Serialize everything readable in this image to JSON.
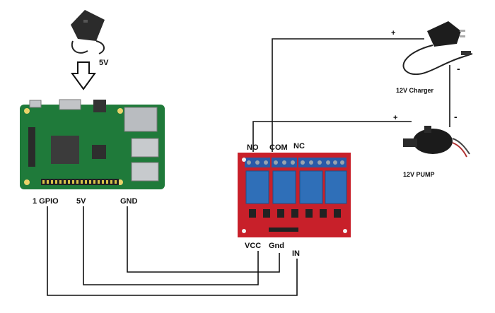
{
  "power_adapter_5v": {
    "label": "5V"
  },
  "raspberry_pi": {
    "pins": {
      "gpio": "1 GPIO",
      "v5": "5V",
      "gnd": "GND"
    }
  },
  "relay_module": {
    "terminals": {
      "no": "NO",
      "com": "COM",
      "nc": "NC"
    },
    "inputs": {
      "vcc": "VCC",
      "gnd": "Gnd",
      "in": "IN"
    }
  },
  "charger_12v": {
    "label": "12V Charger",
    "positive": "+",
    "negative": "-"
  },
  "pump_12v": {
    "label": "12V PUMP",
    "positive": "+",
    "negative": "-"
  },
  "colors": {
    "wire": "#111111",
    "pcb_green": "#1f7a3a",
    "relay_board_red": "#c8202a",
    "relay_blue": "#2f6fb8",
    "terminal_blue": "#2a5aa8"
  }
}
